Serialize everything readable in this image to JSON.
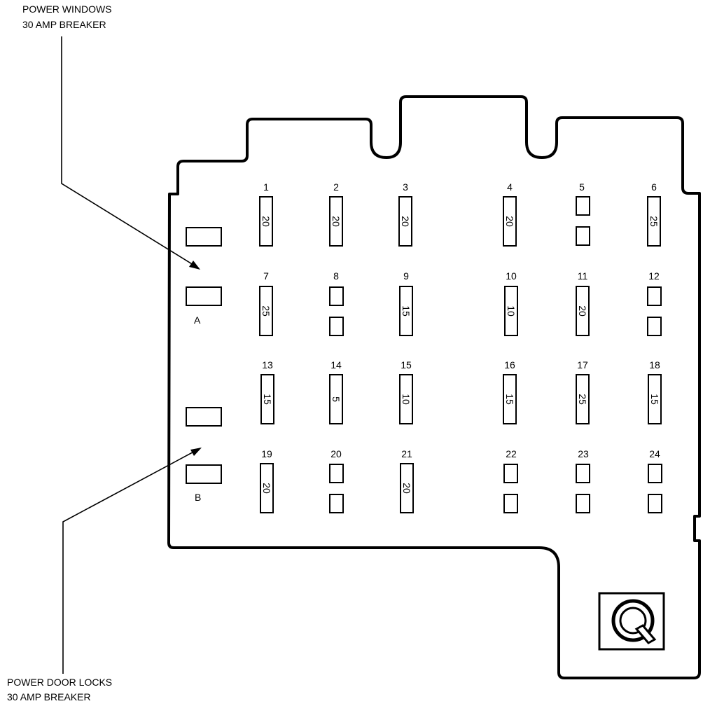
{
  "callouts": {
    "top": {
      "line1": "POWER WINDOWS",
      "line2": "30 AMP BREAKER"
    },
    "bottom": {
      "line1": "POWER DOOR LOCKS",
      "line2": "30 AMP BREAKER"
    }
  },
  "breaker_labels": {
    "a": "A",
    "b": "B"
  },
  "fuses": [
    {
      "number": "1",
      "rating": "20"
    },
    {
      "number": "2",
      "rating": "20"
    },
    {
      "number": "3",
      "rating": "20"
    },
    {
      "number": "4",
      "rating": "20"
    },
    {
      "number": "5",
      "rating": ""
    },
    {
      "number": "6",
      "rating": "25"
    },
    {
      "number": "7",
      "rating": "25"
    },
    {
      "number": "8",
      "rating": ""
    },
    {
      "number": "9",
      "rating": "15"
    },
    {
      "number": "10",
      "rating": "10"
    },
    {
      "number": "11",
      "rating": "20"
    },
    {
      "number": "12",
      "rating": ""
    },
    {
      "number": "13",
      "rating": "15"
    },
    {
      "number": "14",
      "rating": "5"
    },
    {
      "number": "15",
      "rating": "10"
    },
    {
      "number": "16",
      "rating": "15"
    },
    {
      "number": "17",
      "rating": "25"
    },
    {
      "number": "18",
      "rating": "15"
    },
    {
      "number": "19",
      "rating": "20"
    },
    {
      "number": "20",
      "rating": ""
    },
    {
      "number": "21",
      "rating": "20"
    },
    {
      "number": "22",
      "rating": ""
    },
    {
      "number": "23",
      "rating": ""
    },
    {
      "number": "24",
      "rating": ""
    }
  ],
  "icons": {
    "puller": "fuse-puller-icon"
  }
}
